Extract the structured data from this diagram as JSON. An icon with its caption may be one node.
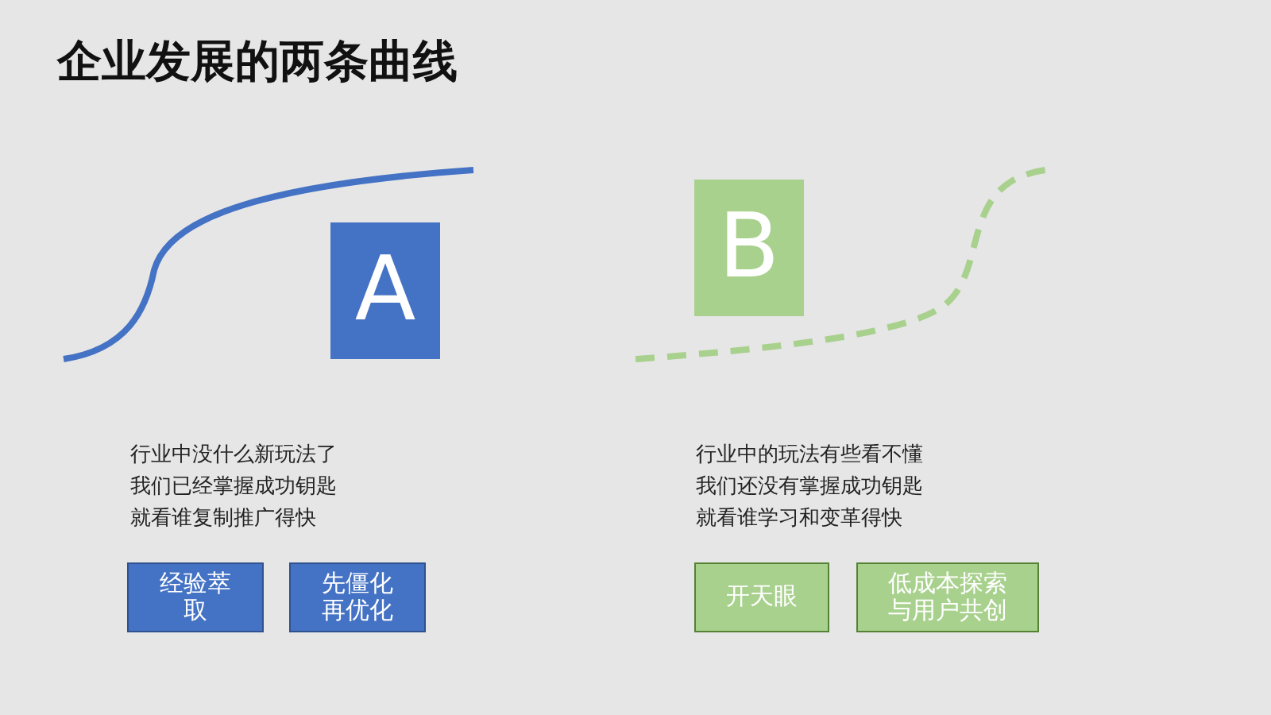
{
  "diagram": {
    "title": "企业发展的两条曲线",
    "nodes": [
      {
        "text": [
          "A"
        ]
      },
      {
        "text": [
          "B"
        ]
      },
      {
        "text": [
          "经验萃取"
        ]
      },
      {
        "text": [
          "先僵化再优化"
        ]
      },
      {
        "text": [
          "开天眼"
        ]
      },
      {
        "text": [
          "低成本探索与用户共创"
        ]
      }
    ],
    "edges": [],
    "labels": [
      "行业中没什么新玩法了",
      "我们已经掌握成功钥匙",
      "就看谁复制推广得快",
      "行业中的玩法有些看不懂",
      "我们还没有掌握成功钥匙",
      "就看谁学习和变革得快"
    ]
  }
}
